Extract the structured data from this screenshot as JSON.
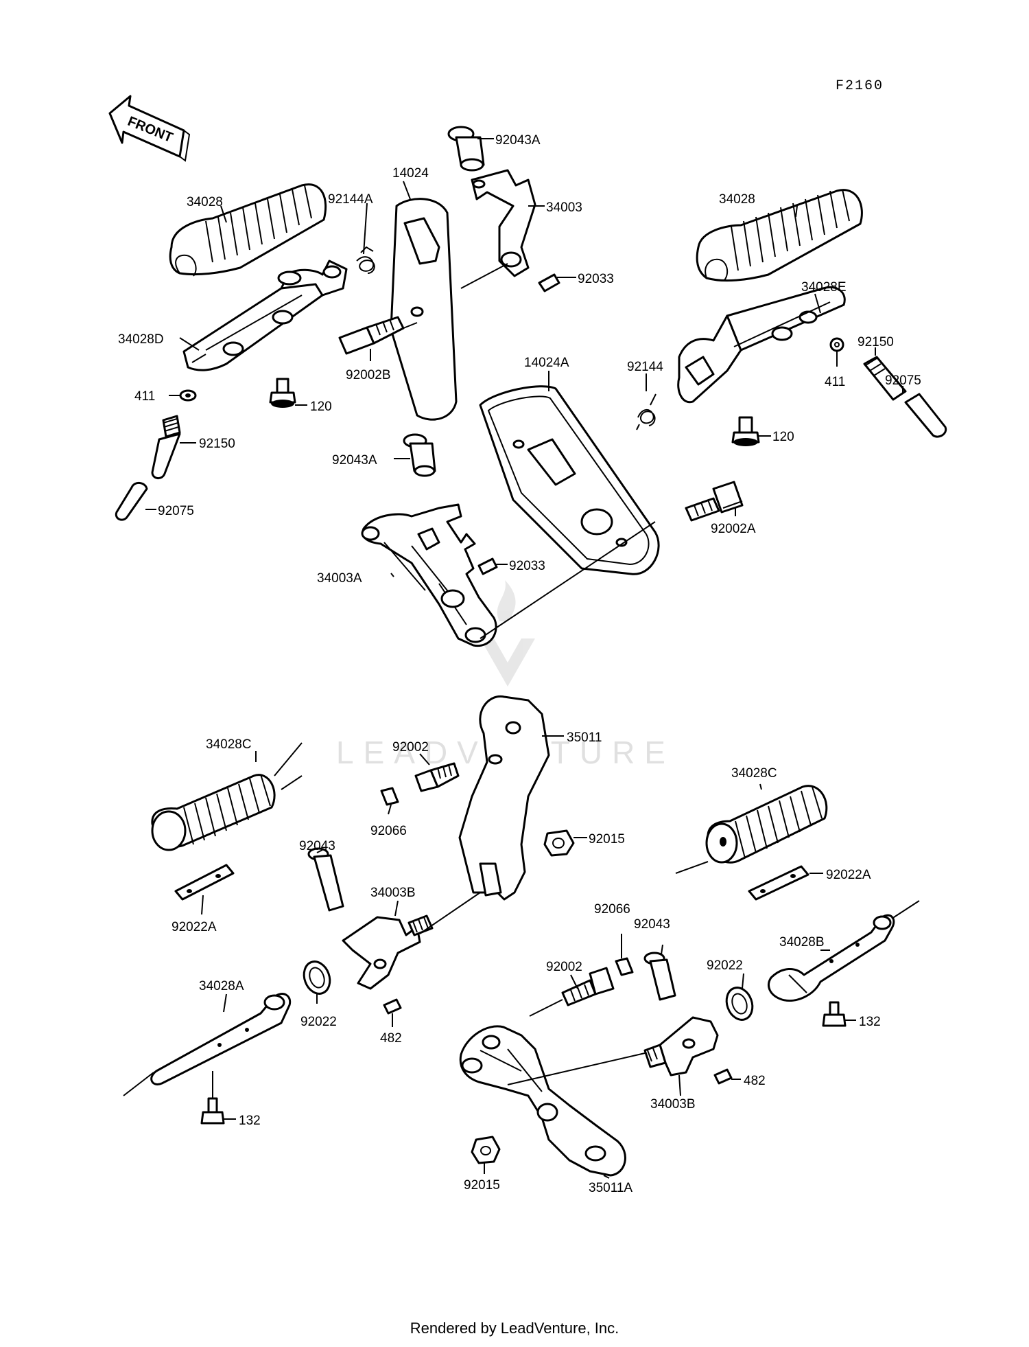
{
  "diagram": {
    "code": "F2160",
    "front_label": "FRONT",
    "watermark": "LEADVENTURE",
    "footer": "Rendered by LeadVenture, Inc.",
    "labels": {
      "p34028_left": "34028",
      "p92144A": "92144A",
      "p14024": "14024",
      "p92043A_top": "92043A",
      "p34003": "34003",
      "p92033_top": "92033",
      "p34028_right": "34028",
      "p34028E": "34028E",
      "p34028D": "34028D",
      "p92002B": "92002B",
      "p411_left": "411",
      "p120_left": "120",
      "p92150_left": "92150",
      "p92075_left": "92075",
      "p14024A": "14024A",
      "p92144": "92144",
      "p411_right": "411",
      "p92150_right": "92150",
      "p92075_right": "92075",
      "p120_right": "120",
      "p92043A_mid": "92043A",
      "p92002A": "92002A",
      "p92033_mid": "92033",
      "p34003A": "34003A",
      "p34028C_left": "34028C",
      "p92002_top": "92002",
      "p35011": "35011",
      "p92066_left": "92066",
      "p34028C_right": "34028C",
      "p92015_top": "92015",
      "p92043_left": "92043",
      "p34003B_top": "34003B",
      "p92022A_left": "92022A",
      "p92022A_right": "92022A",
      "p92066_right": "92066",
      "p92043_right": "92043",
      "p34028B": "34028B",
      "p34028A": "34028A",
      "p92002_bottom": "92002",
      "p92022_right": "92022",
      "p92022_left": "92022",
      "p482_left": "482",
      "p132_right": "132",
      "p482_right": "482",
      "p34003B_bottom": "34003B",
      "p132_left": "132",
      "p92015_bottom": "92015",
      "p35011A": "35011A"
    }
  }
}
